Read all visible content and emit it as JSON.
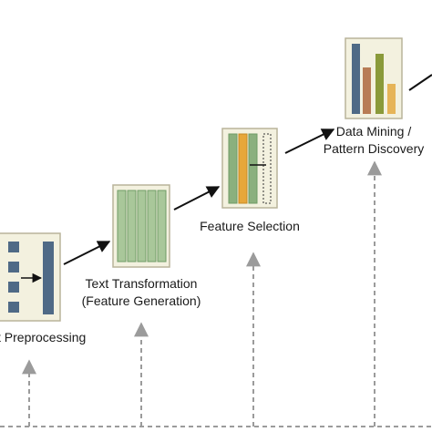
{
  "colors": {
    "box_fill": "#f3f1df",
    "box_stroke": "#b9b49a",
    "slate_blue": "#4f6a86",
    "green_light": "#a9c79a",
    "green_mid": "#8bb07e",
    "green_dark": "#6f9b66",
    "orange": "#e7a73a",
    "bar_brown": "#b87c55",
    "bar_olive": "#8a9a3a",
    "bar_yellow": "#e6b458",
    "arrow_black": "#111111",
    "dashed_gray": "#9b9b9b"
  },
  "stages": {
    "preprocessing": {
      "label_line1": "t Preprocessing"
    },
    "transformation": {
      "label_line1": "Text Transformation",
      "label_line2": "(Feature Generation)"
    },
    "selection": {
      "label_line1": "Feature Selection"
    },
    "mining": {
      "label_line1": "Data Mining /",
      "label_line2": "Pattern Discovery"
    }
  },
  "icons": {
    "preprocessing": "list-to-column-icon",
    "transformation": "columns-icon",
    "selection": "column-filter-icon",
    "mining": "bar-chart-icon"
  }
}
